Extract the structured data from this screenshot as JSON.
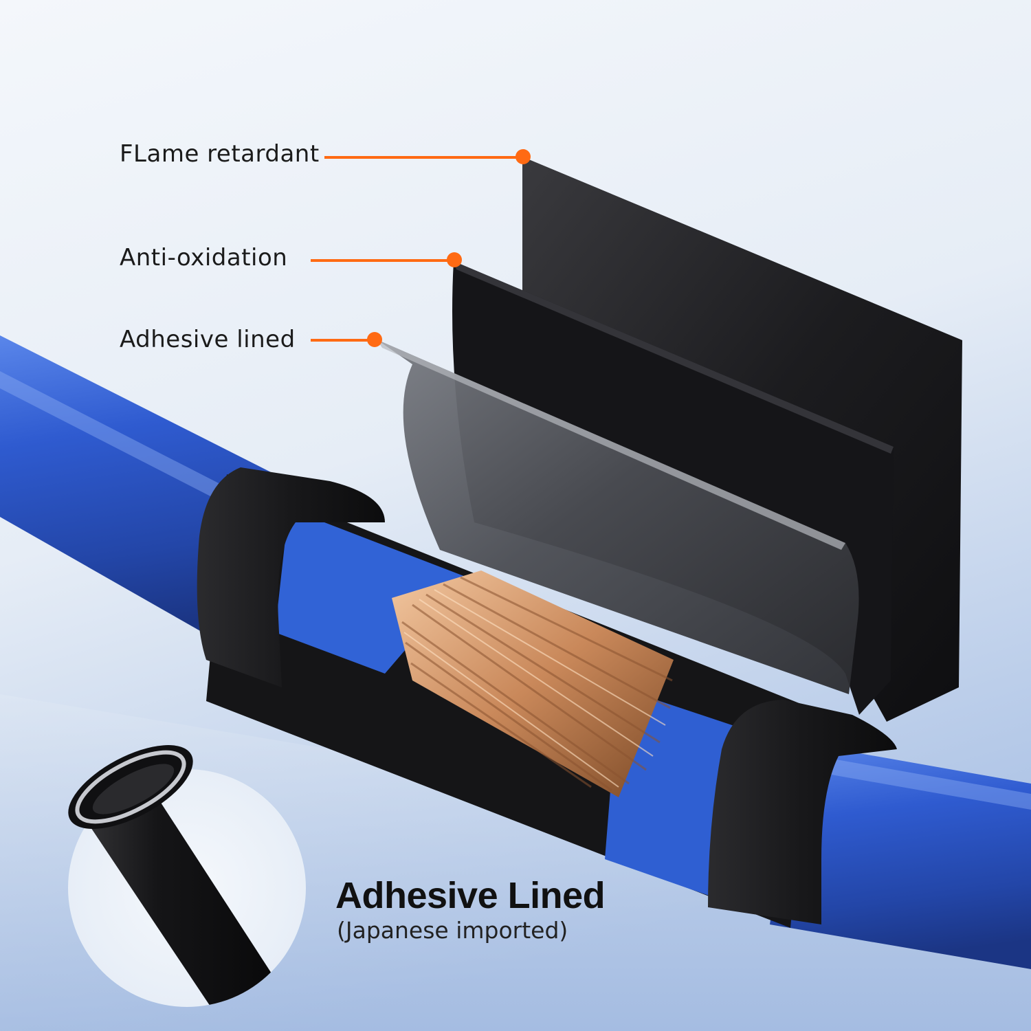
{
  "callouts": {
    "flame_retardant": "FLame retardant",
    "anti_oxidation": "Anti-oxidation",
    "adhesive_lined": "Adhesive lined"
  },
  "caption": {
    "title": "Adhesive Lined",
    "subtitle": "(Japanese imported)"
  },
  "colors": {
    "accent": "#ff6a13",
    "cable_blue": "#2d56c8",
    "sleeve_black": "#1c1c1e",
    "copper": "#c9885a",
    "background": "#e8eef6"
  }
}
